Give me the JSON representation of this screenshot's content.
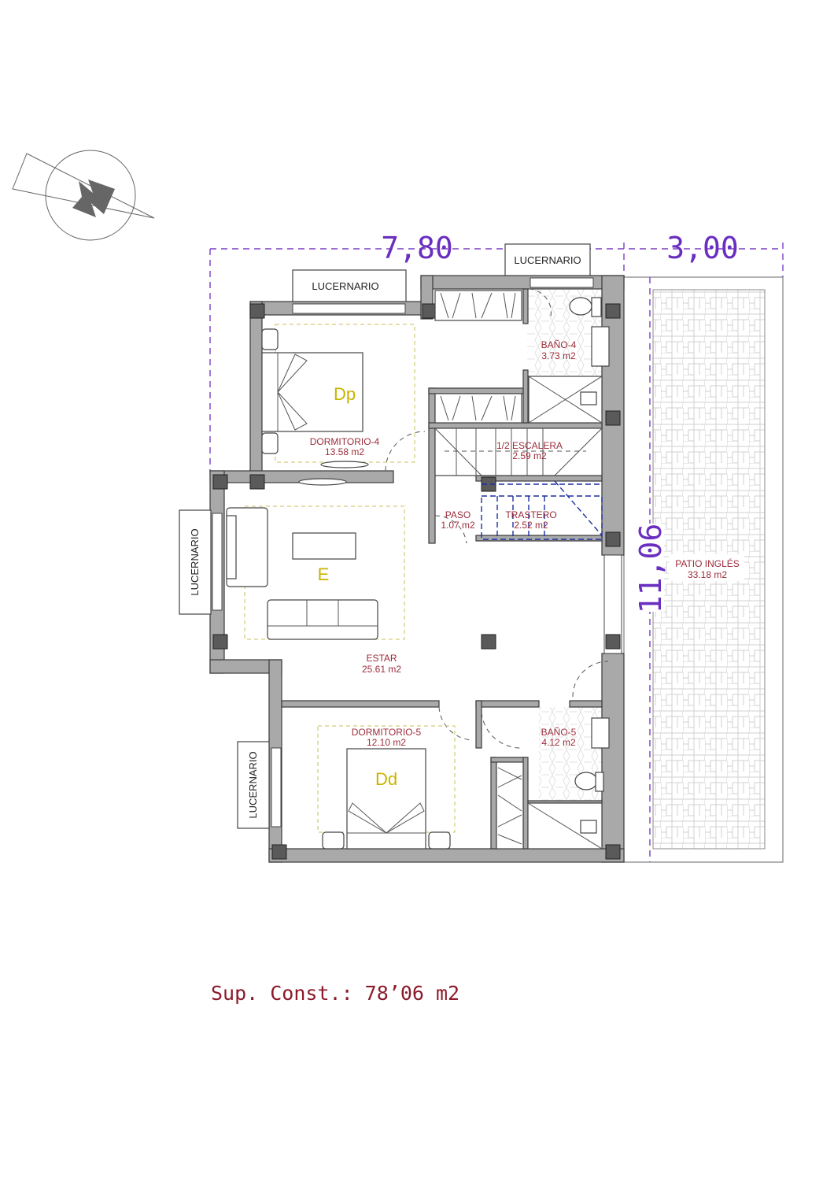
{
  "dimensions": {
    "width_main": "7,80",
    "width_patio": "3,00",
    "depth": "11,06"
  },
  "skylight_label": "LUCERNARIO",
  "rooms": {
    "dormitorio4": {
      "name": "DORMITORIO-4",
      "area": "13.58 m2",
      "code": "Dp"
    },
    "bano4": {
      "name": "BAÑO-4",
      "area": "3.73 m2"
    },
    "escalera": {
      "name": "1/2 ESCALERA",
      "area": "2.59 m2"
    },
    "paso": {
      "name": "PASO",
      "area": "1.07 m2"
    },
    "trastero": {
      "name": "TRASTERO",
      "area": "2.52 m2"
    },
    "estar": {
      "name": "ESTAR",
      "area": "25.61 m2",
      "code": "E"
    },
    "dormitorio5": {
      "name": "DORMITORIO-5",
      "area": "12.10 m2",
      "code": "Dd"
    },
    "bano5": {
      "name": "BAÑO-5",
      "area": "4.12 m2"
    },
    "patio": {
      "name": "PATIO INGLÉS",
      "area": "33.18 m2"
    }
  },
  "total_area": "Sup. Const.: 78’06 m2",
  "colors": {
    "dimension": "#7b3fc4",
    "room_label": "#9b2c3a",
    "code": "#c8b400",
    "wall": "#a9a9a9"
  }
}
